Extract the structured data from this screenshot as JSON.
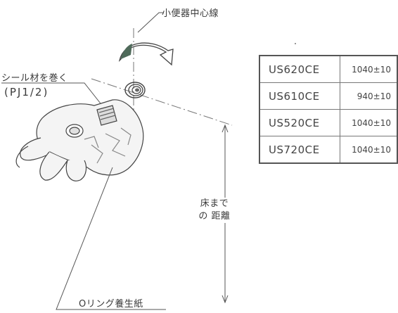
{
  "labels": {
    "urinal_center_line": "小便器中心線",
    "seal_wrap": "シール材を巻く",
    "seal_spec": "(PJ1/2)",
    "floor_distance": "床までの 距離",
    "oring_protect": "Oリング養生紙"
  },
  "table": {
    "rows": [
      {
        "model": "US620CE",
        "dimension": "1040±10"
      },
      {
        "model": "US610CE",
        "dimension": "940±10"
      },
      {
        "model": "US520CE",
        "dimension": "1040±10"
      },
      {
        "model": "US720CE",
        "dimension": "1040±10"
      }
    ]
  }
}
